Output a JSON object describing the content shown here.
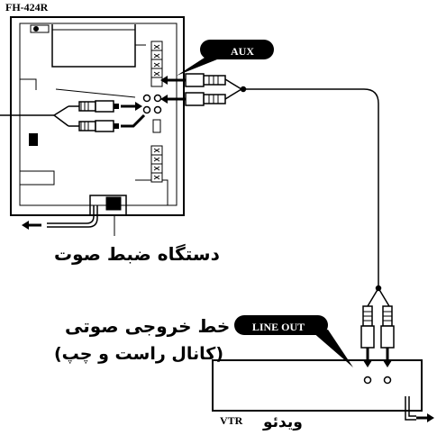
{
  "labels": {
    "model": "FH-424R",
    "aux": "AUX",
    "line_out": "LINE OUT",
    "vtr": "VTR",
    "recorder": "دستگاه ضبط صوت",
    "line_out_fa_1": "خط خروجی صوتی",
    "line_out_fa_2": "(کانال راست و چپ)",
    "video": "ویدئو"
  }
}
